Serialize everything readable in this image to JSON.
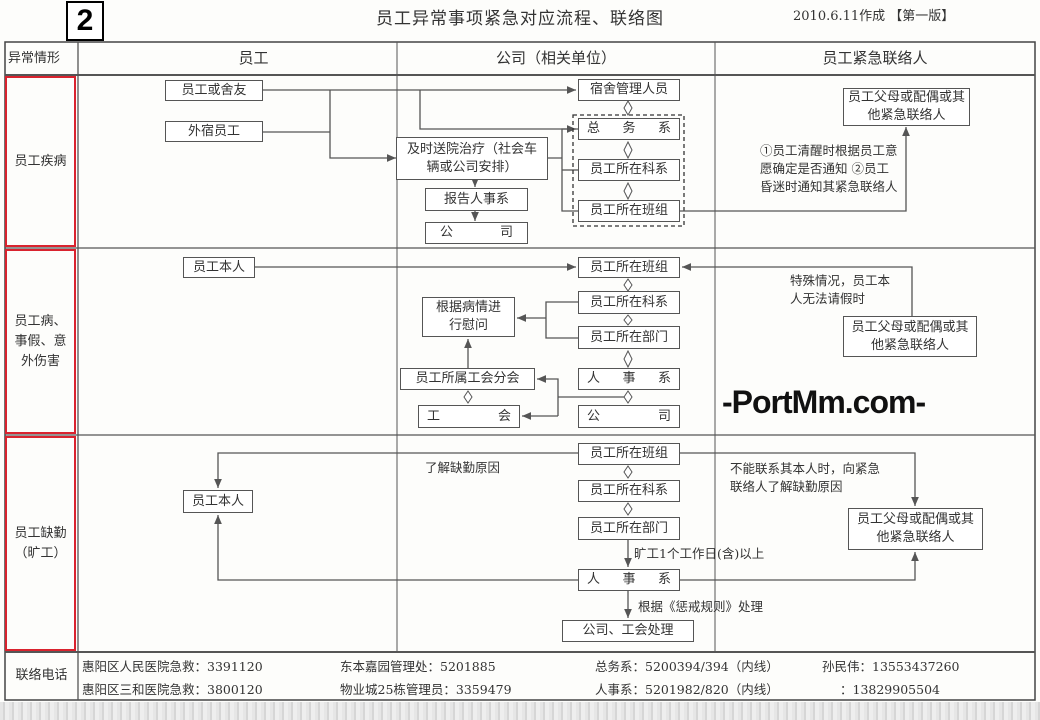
{
  "header": {
    "title": "员工异常事项紧急对应流程、联络图",
    "date": "2010.6.11作成 【第一版】",
    "badge": "2"
  },
  "columns": [
    "异常情形",
    "员工",
    "公司（相关单位）",
    "员工紧急联络人"
  ],
  "rows": [
    {
      "label": "员工疾病",
      "boxes": {
        "roommate": "员工或舍友",
        "offsite": "外宿员工",
        "dorm_mgr": "宿舍管理人员",
        "general": [
          "总",
          "务",
          "系"
        ],
        "section": "员工所在科系",
        "team": "员工所在班组",
        "hospital": "及时送院治疗（社会车辆或公司安排）",
        "report": "报告人事系",
        "company": [
          "公",
          "司"
        ],
        "contact": "员工父母或配偶或其他紧急联络人"
      },
      "note": "①员工清醒时根据员工意愿确定是否通知 ②员工昏迷时通知其紧急联络人"
    },
    {
      "label": "员工病、事假、意外伤害",
      "boxes": {
        "self": "员工本人",
        "team": "员工所在班组",
        "section": "员工所在科系",
        "dept": "员工所在部门",
        "hr": [
          "人",
          "事",
          "系"
        ],
        "company": [
          "公",
          "司"
        ],
        "visit": "根据病情进行慰问",
        "union_branch": "员工所属工会分会",
        "union": [
          "工",
          "会"
        ],
        "contact": "员工父母或配偶或其他紧急联络人"
      },
      "note": "特殊情况，员工本人无法请假时"
    },
    {
      "label": "员工缺勤（旷工）",
      "boxes": {
        "self": "员工本人",
        "team": "员工所在班组",
        "section": "员工所在科系",
        "dept": "员工所在部门",
        "hr": [
          "人",
          "事",
          "系"
        ],
        "handle": "公司、工会处理",
        "contact": "员工父母或配偶或其他紧急联络人"
      },
      "notes": {
        "reason": "了解缺勤原因",
        "cannot": "不能联系其本人时，向紧急联络人了解缺勤原因",
        "absent": "旷工1个工作日(含)以上",
        "rules": "根据《惩戒规则》处理"
      }
    }
  ],
  "footer": {
    "label": "联络电话",
    "items": [
      "惠阳区人民医院急救：3391120",
      "东本嘉园管理处：5201885",
      "总务系：5200394/394（内线）",
      "孙民伟：13553437260",
      "惠阳区三和医院急救：3800120",
      "物业城25栋管理员：3359479",
      "人事系：5201982/820（内线）",
      "：13829905504"
    ]
  },
  "watermark": "-PortMm.com-"
}
